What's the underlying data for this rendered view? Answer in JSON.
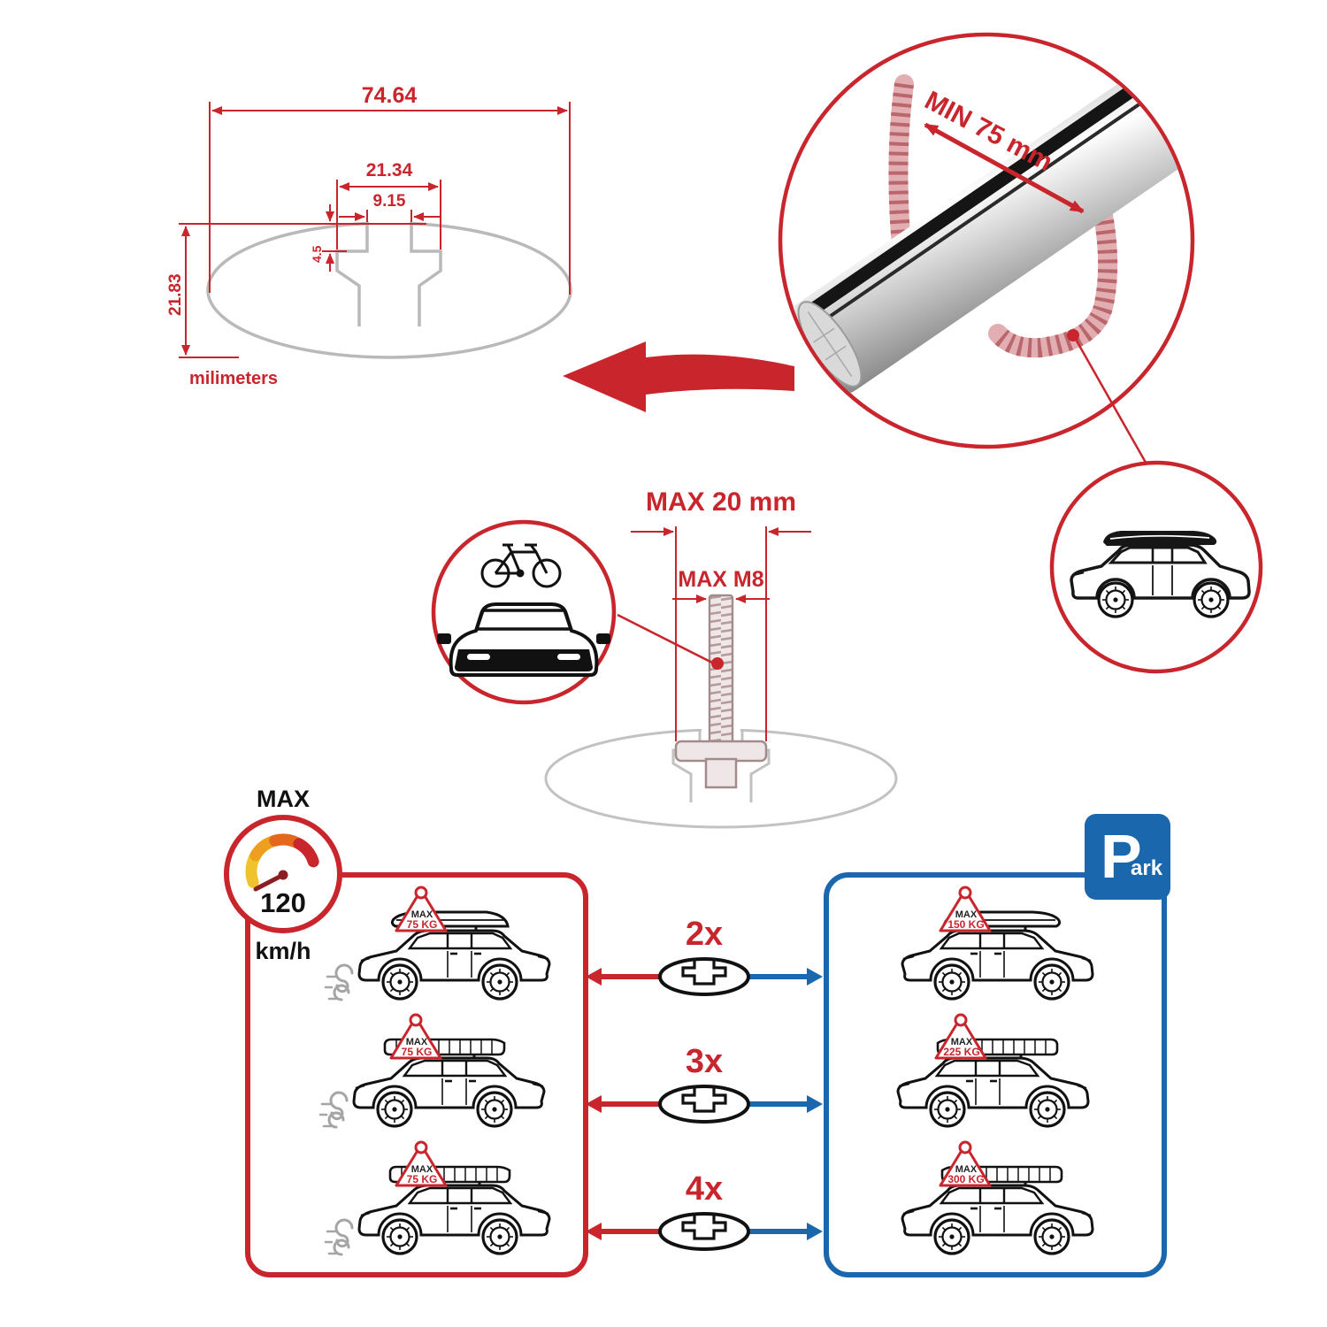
{
  "colors": {
    "red": "#c9252c",
    "blue": "#1a67ad",
    "profile_gray": "#b9b9b9",
    "bolt_gray": "#efe7e7",
    "black": "#111111"
  },
  "cross_section": {
    "width_total": "74.64",
    "slot_outer_width": "21.34",
    "slot_opening_width": "9.15",
    "lip_depth": "4.5",
    "profile_height": "21.83",
    "units_label": "milimeters"
  },
  "bar_detail": {
    "min_span_label": "MIN 75 mm"
  },
  "bolt_detail": {
    "max_width_label": "MAX 20 mm",
    "max_thread_label": "MAX M8"
  },
  "speed_limit": {
    "label": "MAX",
    "value": "120",
    "unit": "km/h"
  },
  "parking_sign": {
    "letter": "P",
    "suffix": "ark"
  },
  "driving_panel": {
    "cars": [
      {
        "tag_label": "MAX",
        "tag_weight": "75 KG"
      },
      {
        "tag_label": "MAX",
        "tag_weight": "75 KG"
      },
      {
        "tag_label": "MAX",
        "tag_weight": "75 KG"
      }
    ]
  },
  "parked_panel": {
    "cars": [
      {
        "tag_label": "MAX",
        "tag_weight": "150 KG"
      },
      {
        "tag_label": "MAX",
        "tag_weight": "225 KG"
      },
      {
        "tag_label": "MAX",
        "tag_weight": "300 KG"
      }
    ]
  },
  "crossbar_counts": [
    {
      "label": "2x"
    },
    {
      "label": "3x"
    },
    {
      "label": "4x"
    }
  ]
}
